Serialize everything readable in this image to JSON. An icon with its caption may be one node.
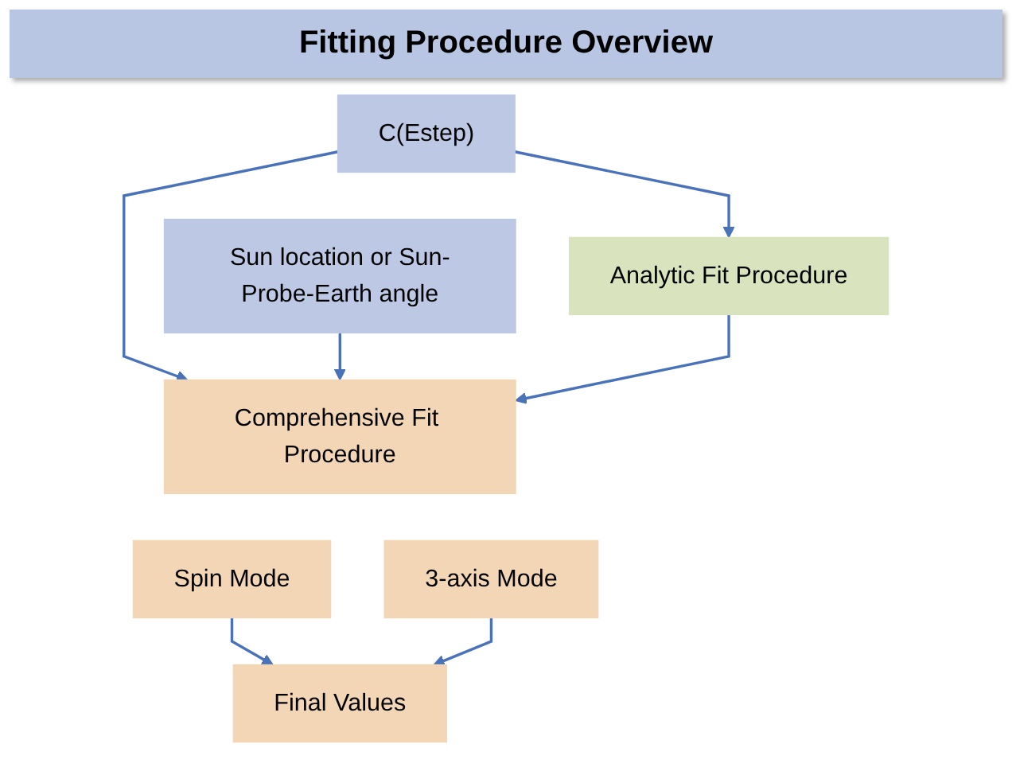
{
  "diagram": {
    "title": "Fitting Procedure Overview",
    "nodes": [
      {
        "text": [
          "C(Estep)"
        ]
      },
      {
        "text": [
          "Sun location or Sun-Probe-Earth angle"
        ]
      },
      {
        "text": [
          "Analytic Fit Procedure"
        ]
      },
      {
        "text": [
          "Comprehensive Fit Procedure"
        ]
      },
      {
        "text": [
          "Spin Mode"
        ]
      },
      {
        "text": [
          "3-axis Mode"
        ]
      },
      {
        "text": [
          "Final Values"
        ]
      }
    ],
    "edges": [
      {
        "from": 0,
        "to": 2,
        "arrow": "to"
      },
      {
        "from": 0,
        "to": 3,
        "arrow": "to"
      },
      {
        "from": 1,
        "to": 3,
        "arrow": "to"
      },
      {
        "from": 2,
        "to": 3,
        "arrow": "to"
      },
      {
        "from": 4,
        "to": 6,
        "arrow": "to"
      },
      {
        "from": 5,
        "to": 6,
        "arrow": "to"
      }
    ]
  }
}
